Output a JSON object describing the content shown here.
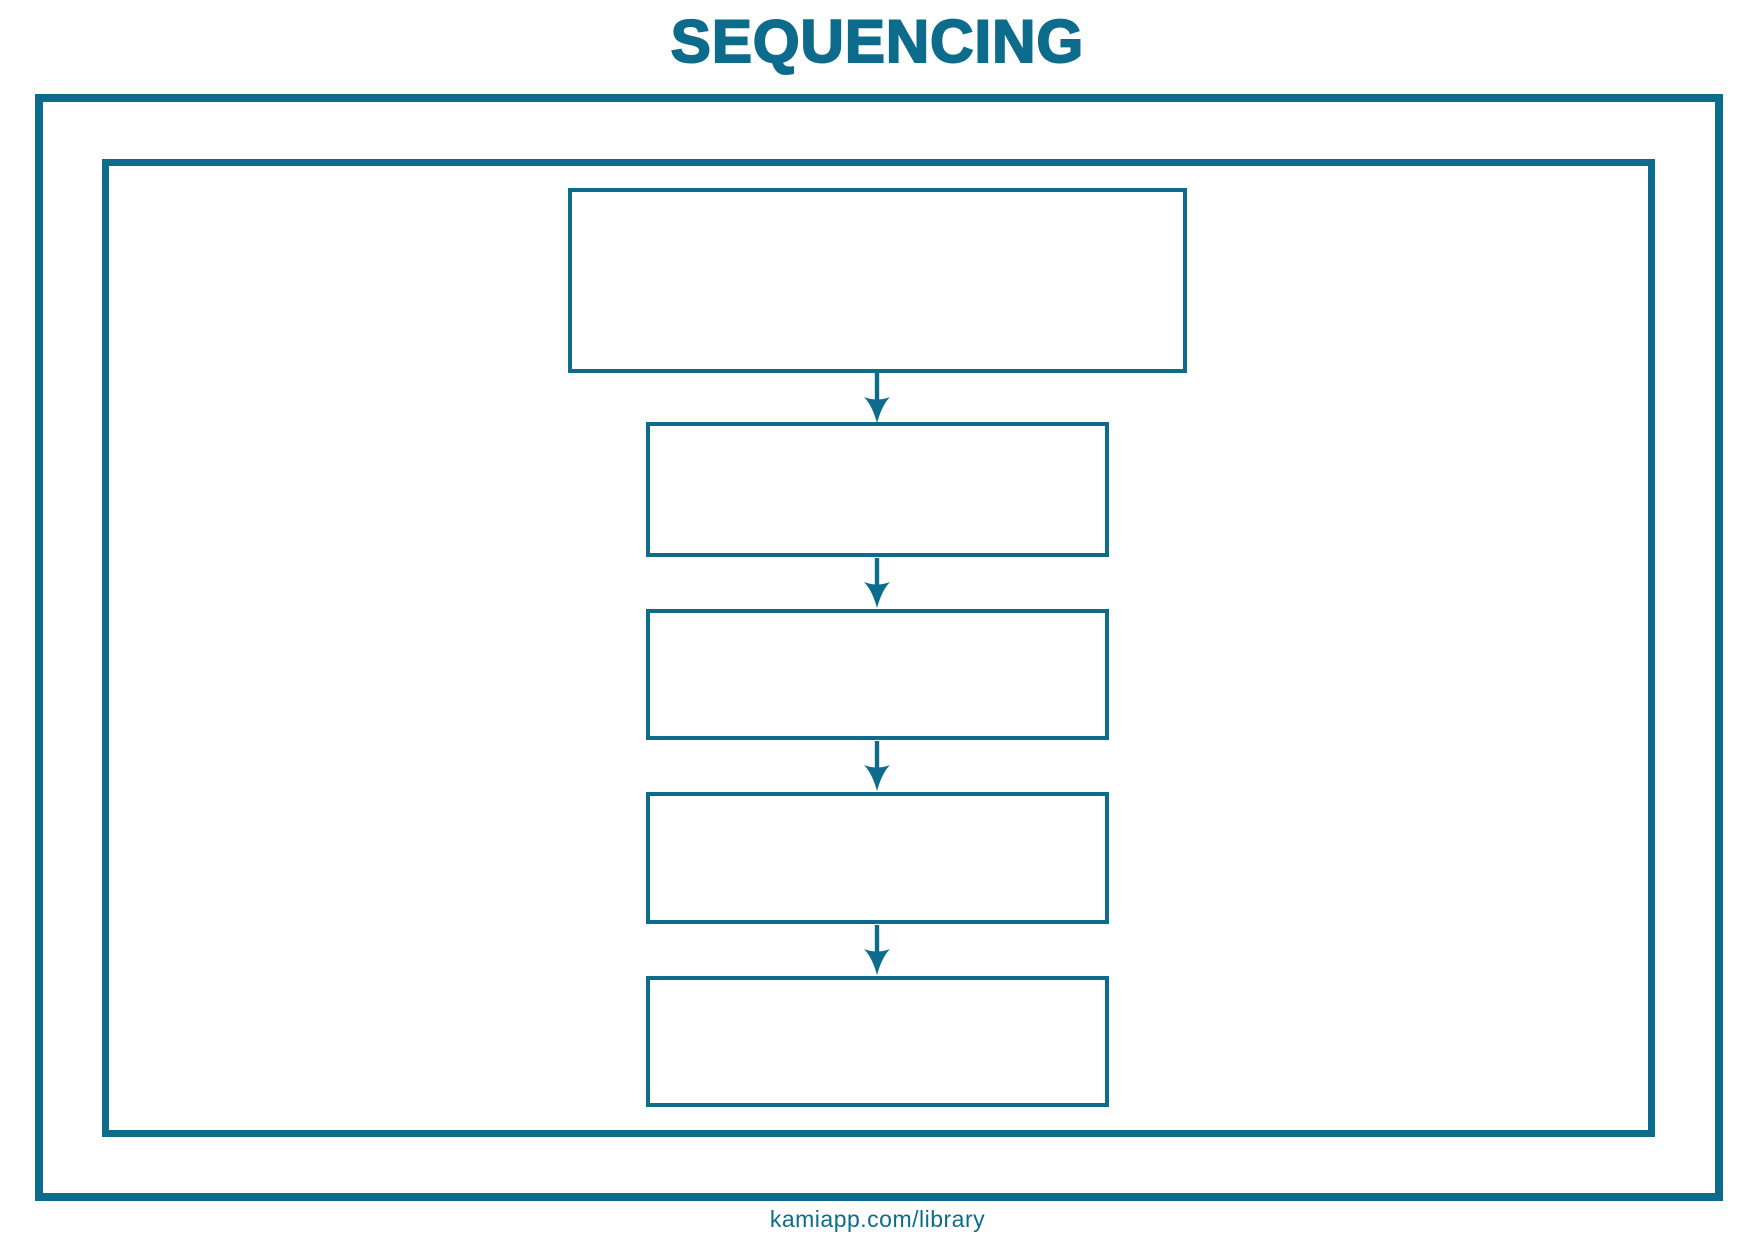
{
  "page": {
    "title": "SEQUENCING",
    "footer_link": "kamiapp.com/library",
    "accent_color": "#0d6b8c",
    "background_color": "#ffffff"
  },
  "flowchart": {
    "boxes": [
      {
        "id": "step-1",
        "label": ""
      },
      {
        "id": "step-2",
        "label": ""
      },
      {
        "id": "step-3",
        "label": ""
      },
      {
        "id": "step-4",
        "label": ""
      },
      {
        "id": "step-5",
        "label": ""
      }
    ]
  }
}
